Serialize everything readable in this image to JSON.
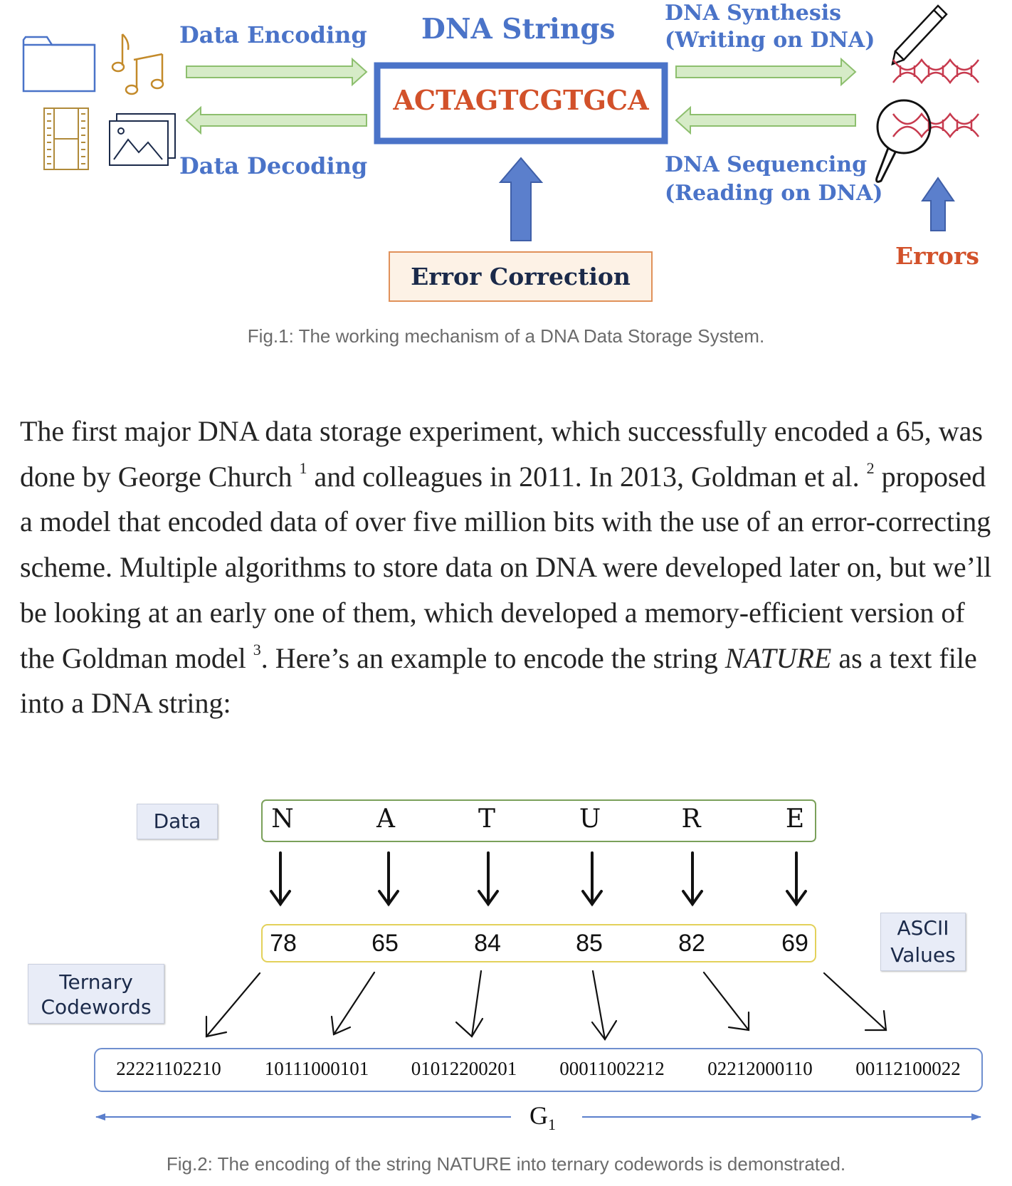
{
  "fig1": {
    "data_encoding": "Data Encoding",
    "data_decoding": "Data Decoding",
    "dna_strings": "DNA Strings",
    "dna_sequence": "ACTAGTCGTGCA",
    "synthesis_line1": "DNA Synthesis",
    "synthesis_line2": "(Writing on DNA)",
    "sequencing_line1": "DNA Sequencing",
    "sequencing_line2": "(Reading on DNA)",
    "errors": "Errors",
    "error_correction": "Error Correction",
    "caption": "Fig.1: The working mechanism of a DNA Data Storage System.",
    "icons": [
      "folder-icon",
      "music-notes-icon",
      "film-strip-icon",
      "image-icon",
      "pen-icon",
      "dna-helix-icon",
      "magnifier-icon"
    ],
    "colors": {
      "label_blue": "#4a73c8",
      "box_blue": "#4a73c8",
      "arrow_green": "#8dbf6e",
      "arrow_fill": "#d6ebc7",
      "sequence_red": "#d2512a",
      "error_box_fill": "#fdf2e6",
      "error_box_border": "#e0915a"
    }
  },
  "paragraph": {
    "seg1": "The first major DNA data storage experiment, which successfully encoded a 65, was done by George Church ",
    "sup1": "1",
    "seg2": " and colleagues in 2011. In 2013, Goldman et al. ",
    "sup2": "2",
    "seg3": " proposed a model that encoded data of over five million bits with the use of an error-correcting scheme. Multiple algorithms to store data on DNA were developed later on, but we’ll be looking at an early one of them, which developed a memory-efficient version of the Goldman model ",
    "sup3": "3",
    "seg4": ". Here’s an example to encode the string ",
    "italic": "NATURE",
    "seg5": " as a text file into a DNA string:"
  },
  "fig2": {
    "data_tag": "Data",
    "ascii_tag_line1": "ASCII",
    "ascii_tag_line2": "Values",
    "ternary_tag_line1": "Ternary",
    "ternary_tag_line2": "Codewords",
    "letters": [
      "N",
      "A",
      "T",
      "U",
      "R",
      "E"
    ],
    "ascii": [
      "78",
      "65",
      "84",
      "85",
      "82",
      "69"
    ],
    "codewords": [
      "22221102210",
      "10111000101",
      "01012200201",
      "00011002212",
      "02212000110",
      "00112100022"
    ],
    "g_label": "G",
    "g_sub": "1",
    "caption": "Fig.2: The encoding of the string NATURE into ternary codewords is demonstrated."
  }
}
